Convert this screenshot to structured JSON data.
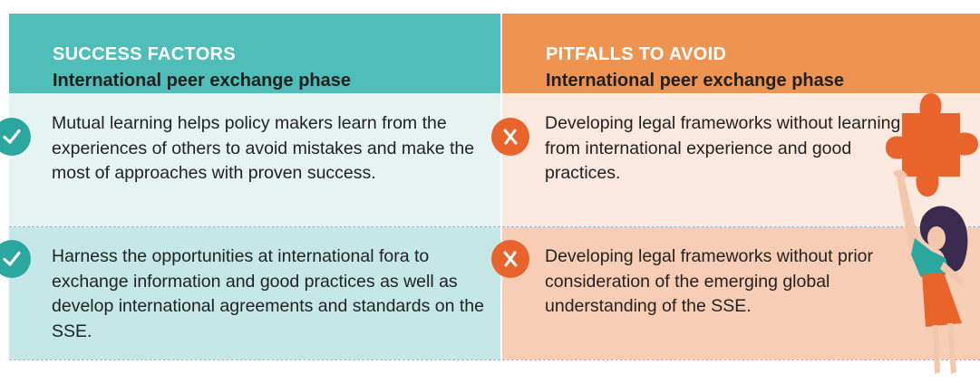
{
  "success": {
    "title": "SUCCESS FACTORS",
    "subtitle": "International peer exchange phase",
    "items": [
      {
        "text": "Mutual learning helps policy makers learn from the experiences of others to avoid mistakes and make the most of approaches with proven success."
      },
      {
        "text": "Harness the opportunities at international fora to exchange information and good practices as well as develop international agreements and standards on the SSE."
      }
    ]
  },
  "pitfalls": {
    "title": "PITFALLS TO AVOID",
    "subtitle": "International peer exchange phase",
    "items": [
      {
        "text": "Developing legal frameworks without learning from international experience and good practices."
      },
      {
        "text": "Developing legal frameworks without prior consideration of the emerging global understanding of the SSE."
      }
    ]
  },
  "colors": {
    "success_header": "#4fbdb8",
    "pitfalls_header": "#ef9450",
    "check_icon": "#2ba79f",
    "cross_icon": "#e8642a"
  },
  "icons": {
    "success": "checkmark-icon",
    "pitfall": "cross-icon",
    "illustration": "woman-holding-puzzle-piece"
  }
}
